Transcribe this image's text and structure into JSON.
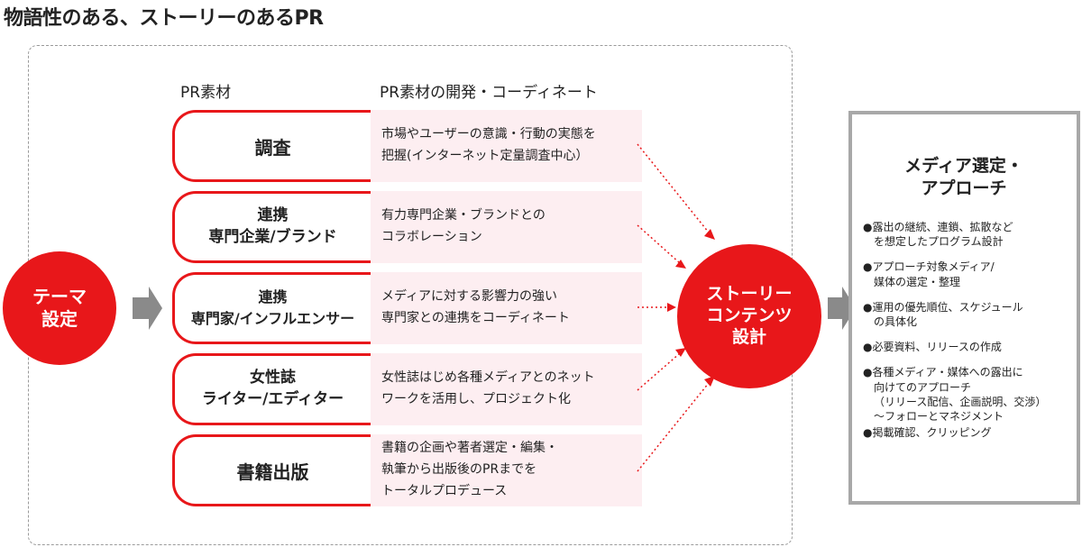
{
  "title": "物語性のある、ストーリーのあるPR",
  "headers": {
    "materials": "PR素材",
    "development": "PR素材の開発・コーディネート"
  },
  "theme": "テーマ\n設定",
  "materials": [
    {
      "label": "調査",
      "desc": "市場やユーザーの意識・行動の実態を\n把握(インターネット定量調査中心）"
    },
    {
      "label": "連携\n専門企業/ブランド",
      "desc": "有力専門企業・ブランドとの\nコラボレーション"
    },
    {
      "label": "連携\n専門家/インフルエンサー",
      "desc": "メディアに対する影響力の強い\n専門家との連携をコーディネート"
    },
    {
      "label": "女性誌\nライター/エディター",
      "desc": "女性誌はじめ各種メディアとのネット\nワークを活用し、プロジェクト化"
    },
    {
      "label": "書籍出版",
      "desc": "書籍の企画や著者選定・編集・\n執筆から出版後のPRまでを\nトータルプロデュース"
    }
  ],
  "story": "ストーリー\nコンテンツ\n設計",
  "media": {
    "title": "メディア選定・\nアプローチ",
    "items": [
      "●露出の継続、連鎖、拡散など\nを想定したプログラム設計",
      "●アプローチ対象メディア/\n媒体の選定・整理",
      "●運用の優先順位、スケジュール\nの具体化",
      "●必要資料、リリースの作成",
      "●各種メディア・媒体への露出に\n向けてのアプローチ\n（リリース配信、企画説明、交渉）\n～フォローとマネジメント",
      "●掲載確認、クリッピング"
    ]
  },
  "colors": {
    "accent": "#e8171a",
    "desc_bg": "#fdeef1",
    "gray_arrow": "#8a8a8a",
    "media_border": "#a8a8a8"
  }
}
